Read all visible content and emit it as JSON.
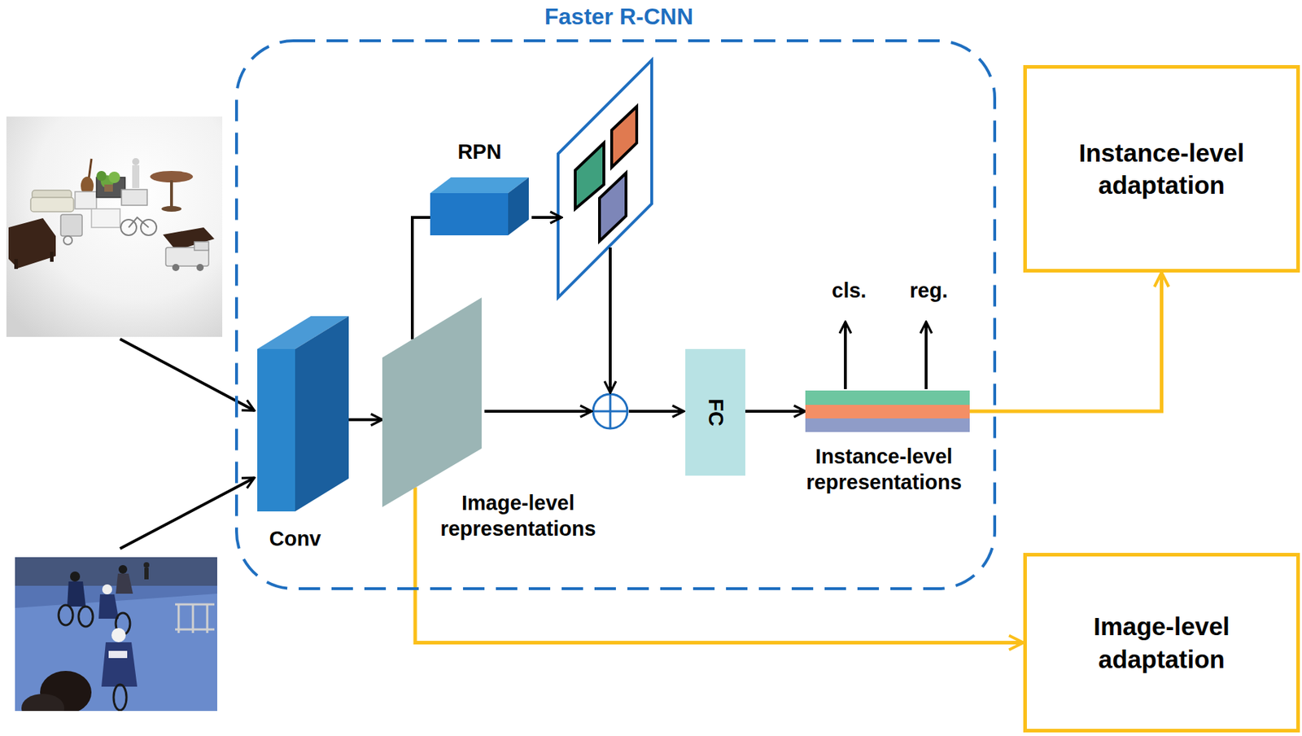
{
  "diagram": {
    "nodes": [
      {
        "text": [
          "Faster R-CNN"
        ]
      },
      {
        "text": [
          "RPN"
        ],
        "in": 0
      },
      {
        "text": [
          "Conv"
        ],
        "in": 0
      },
      {
        "text": [
          "Image-level representations"
        ],
        "in": 0
      },
      {
        "text": [
          "FC"
        ],
        "in": 0
      },
      {
        "text": [
          "Instance-level representations"
        ],
        "in": 0
      },
      {
        "text": [
          "Instance-level adaptation"
        ]
      },
      {
        "text": [
          "Image-level adaptation"
        ]
      }
    ],
    "edges": [
      {
        "from": 2,
        "to": 3,
        "arrow": "to"
      },
      {
        "from": 3,
        "to": 1,
        "arrow": "none"
      },
      {
        "from": 4,
        "to": 5,
        "arrow": "to"
      },
      {
        "from": 5,
        "to": 6,
        "arrow": "to"
      },
      {
        "from": 3,
        "to": 7,
        "arrow": "to"
      }
    ],
    "labels": [
      "cls.",
      "reg."
    ]
  }
}
